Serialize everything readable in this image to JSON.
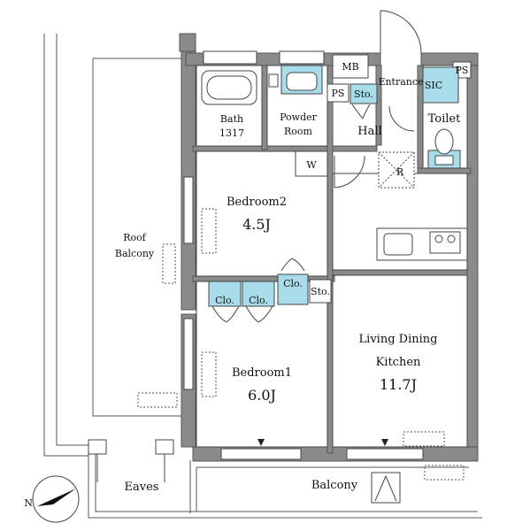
{
  "rooms": {
    "roof_balcony": [
      "Roof",
      "Balcony"
    ],
    "bath": [
      "Bath",
      "1317"
    ],
    "powder_room": [
      "Powder",
      "Room"
    ],
    "hall": "Hall",
    "entrance": "Entrance",
    "toilet": "Toilet",
    "bedroom2": {
      "name": "Bedroom2",
      "size": "4.5J"
    },
    "bedroom1": {
      "name": "Bedroom1",
      "size": "6.0J"
    },
    "ldk": {
      "name": [
        "Living Dining",
        "Kitchen"
      ],
      "size": "11.7J"
    },
    "eaves": "Eaves",
    "balcony": "Balcony"
  },
  "fixtures": {
    "mb": "MB",
    "ps1": "PS",
    "ps2": "PS",
    "sto_hall": "Sto.",
    "sic": "SIC",
    "w": "W",
    "r": "R",
    "clo_ldk": "Clo.",
    "sto_ldk": "Sto.",
    "clo_bed1_a": "Clo.",
    "clo_bed1_b": "Clo."
  },
  "compass": {
    "north_label": "N"
  },
  "colors": {
    "wall": "#666666",
    "line": "#555555",
    "storage": "#a9dcea",
    "text": "#111111"
  }
}
